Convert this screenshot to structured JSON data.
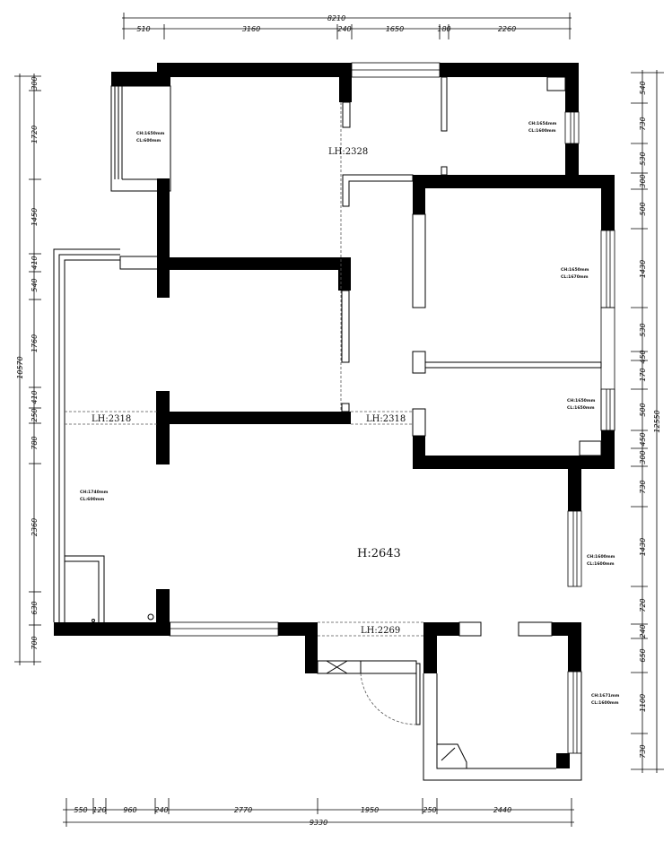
{
  "plan": {
    "center_label": "H:2643",
    "room_labels": [
      {
        "id": "lh-top",
        "text": "LH:2328"
      },
      {
        "id": "lh-left",
        "text": "LH:2318"
      },
      {
        "id": "lh-mid",
        "text": "LH:2318"
      },
      {
        "id": "lh-bottom",
        "text": "LH:2269"
      }
    ],
    "window_labels": [
      {
        "id": "w-topleft",
        "lines": [
          "CH:1650mm",
          "CL:600mm"
        ]
      },
      {
        "id": "w-topright",
        "lines": [
          "CH:1654mm",
          "CL:1600mm"
        ]
      },
      {
        "id": "w-right-upper",
        "lines": [
          "CH:1650mm",
          "CL:1670mm"
        ]
      },
      {
        "id": "w-right-mid",
        "lines": [
          "CH:1650mm",
          "CL:1650mm"
        ]
      },
      {
        "id": "w-left-living",
        "lines": [
          "CH:1740mm",
          "CL:600mm"
        ]
      },
      {
        "id": "w-right-lower",
        "lines": [
          "CH:1600mm",
          "CL:1600mm"
        ]
      },
      {
        "id": "w-bottom-right",
        "lines": [
          "CH:1671mm",
          "CL:1600mm"
        ]
      }
    ],
    "top_dims": {
      "total": "8210",
      "parts": [
        "510",
        "3160",
        "240",
        "1650",
        "180",
        "2260"
      ]
    },
    "bottom_dims": {
      "total": "9330",
      "parts": [
        "550",
        "120",
        "960",
        "240",
        "2770",
        "1950",
        "250",
        "2440"
      ]
    },
    "left_dims": {
      "total": "10570",
      "parts": [
        "300",
        "1720",
        "1450",
        "410",
        "540",
        "1760",
        "410",
        "250",
        "780",
        "2360",
        "630",
        "700"
      ]
    },
    "right_dims": {
      "total": "12550",
      "parts": [
        "540",
        "730",
        "530",
        "300",
        "500",
        "1430",
        "530",
        "450",
        "170",
        "500",
        "450",
        "300",
        "730",
        "1430",
        "720",
        "240",
        "650",
        "1100",
        "730"
      ]
    }
  }
}
